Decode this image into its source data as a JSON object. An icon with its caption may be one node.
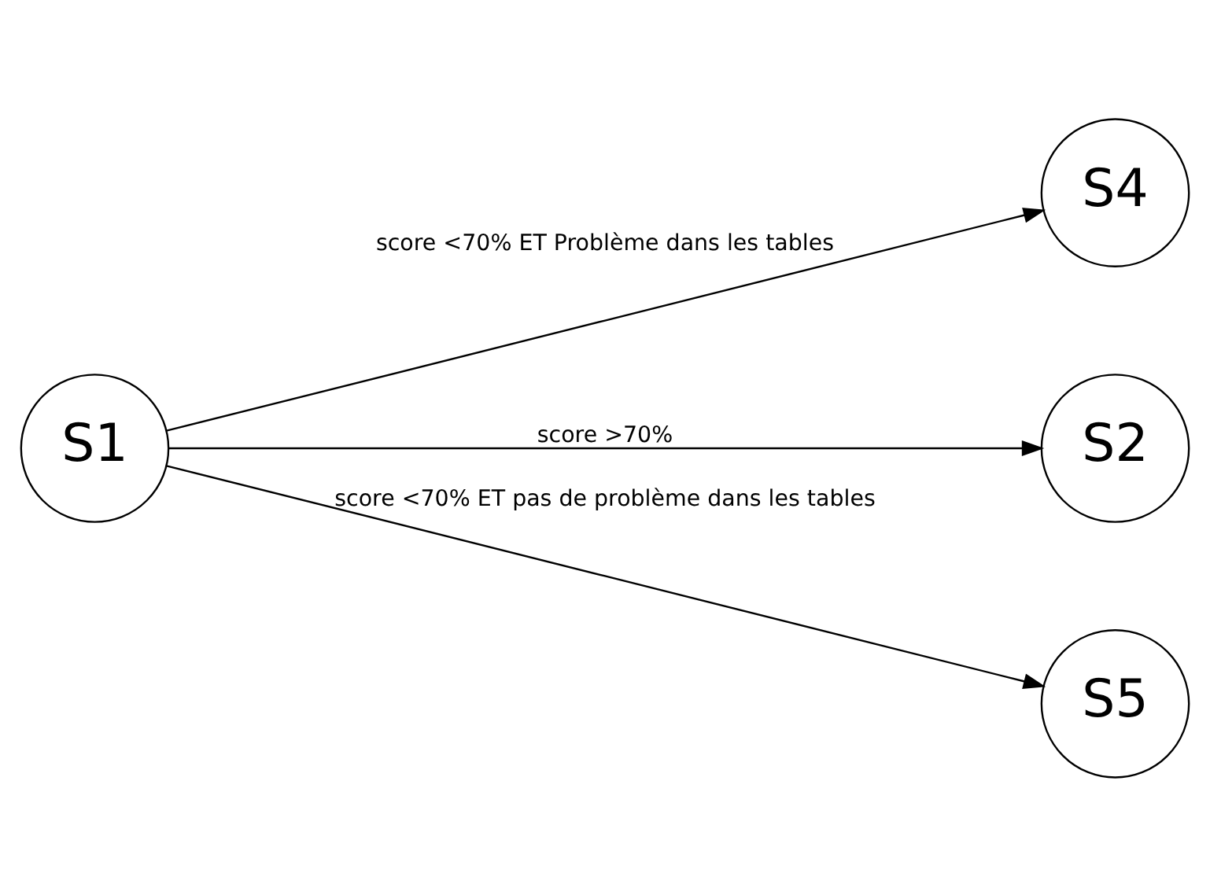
{
  "diagram": {
    "nodes": [
      {
        "text": [
          "S1"
        ]
      },
      {
        "text": [
          "S4"
        ]
      },
      {
        "text": [
          "S2"
        ]
      },
      {
        "text": [
          "S5"
        ]
      }
    ],
    "edges": [
      {
        "from": 0,
        "to": 1,
        "arrow": "to",
        "label": "score <70% ET Problème dans les tables"
      },
      {
        "from": 0,
        "to": 2,
        "arrow": "to",
        "label": "score >70%"
      },
      {
        "from": 0,
        "to": 3,
        "arrow": "to",
        "label": "score <70% ET pas de problème dans les tables"
      }
    ]
  }
}
